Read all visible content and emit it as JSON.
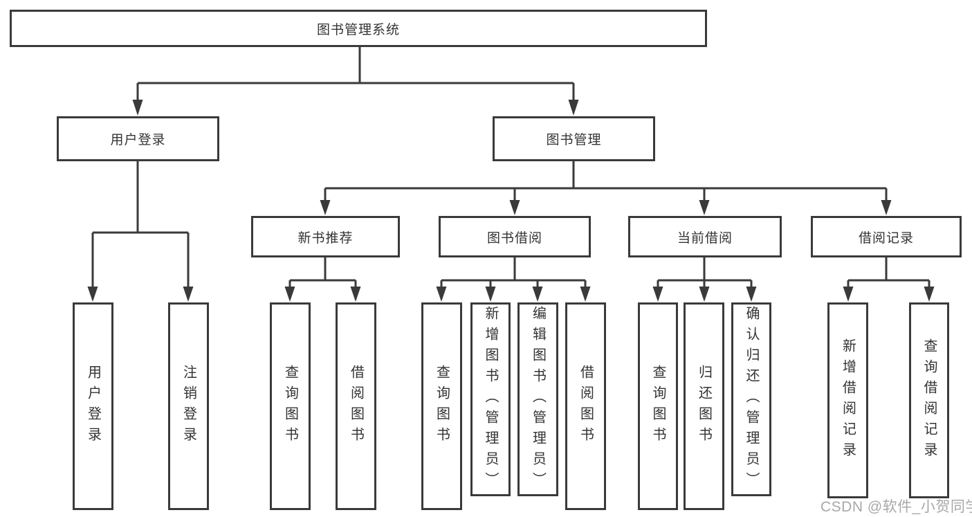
{
  "tree": {
    "root": {
      "label": "图书管理系统"
    },
    "branches": [
      {
        "label": "用户登录",
        "children": [
          {
            "label": "用户登录"
          },
          {
            "label": "注销登录"
          }
        ]
      },
      {
        "label": "图书管理",
        "children": [
          {
            "label": "新书推荐",
            "children": [
              {
                "label": "查询图书"
              },
              {
                "label": "借阅图书"
              }
            ]
          },
          {
            "label": "图书借阅",
            "children": [
              {
                "label": "查询图书"
              },
              {
                "label": "新增图书（管理员）"
              },
              {
                "label": "编辑图书（管理员）"
              },
              {
                "label": "借阅图书"
              }
            ]
          },
          {
            "label": "当前借阅",
            "children": [
              {
                "label": "查询图书"
              },
              {
                "label": "归还图书"
              },
              {
                "label": "确认归还（管理员）"
              }
            ]
          },
          {
            "label": "借阅记录",
            "children": [
              {
                "label": "新增借阅记录"
              },
              {
                "label": "查询借阅记录"
              }
            ]
          }
        ]
      }
    ]
  },
  "watermark": {
    "text": "CSDN @软件_小贺同学"
  },
  "colors": {
    "line": "#3a3a3a",
    "text": "#333333",
    "watermark": "#a8a8a8",
    "background": "#ffffff"
  }
}
